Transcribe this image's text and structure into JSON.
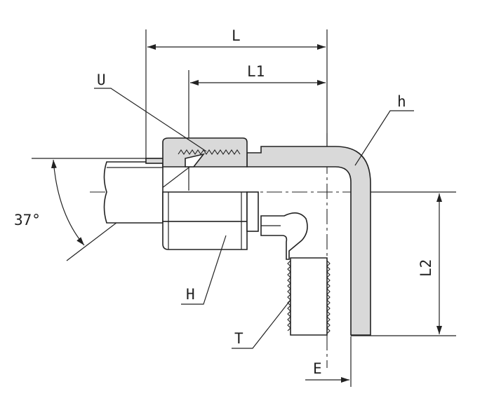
{
  "labels": {
    "L": "L",
    "L1": "L1",
    "U": "U",
    "h": "h",
    "angle": "37°",
    "H": "H",
    "L2": "L2",
    "T": "T",
    "E": "E"
  },
  "colors": {
    "line": "#222222",
    "part_fill": "#d9d9d9",
    "background": "#ffffff"
  }
}
